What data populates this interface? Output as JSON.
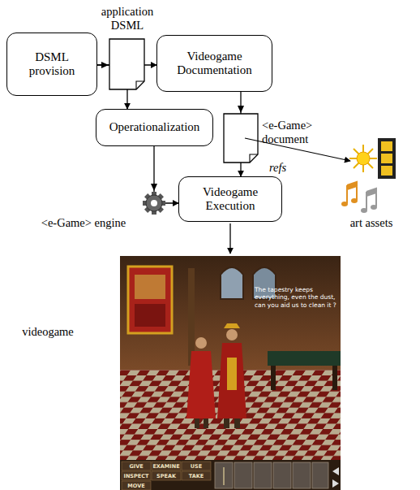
{
  "diagram": {
    "nodes": [
      {
        "text": [
          "DSML provision"
        ]
      },
      {
        "text": [
          "Videogame Documentation"
        ]
      },
      {
        "text": [
          "Operationalization"
        ]
      },
      {
        "text": [
          "Videogame Execution"
        ]
      }
    ],
    "edges": [
      {
        "from": 0,
        "to": 1,
        "arrow": "to"
      },
      {
        "from": 0,
        "to": 2,
        "arrow": "to"
      },
      {
        "from": 1,
        "to": 3,
        "arrow": "to"
      },
      {
        "from": 2,
        "to": 3,
        "arrow": "to"
      }
    ],
    "labels": [
      "application DSML",
      "<e-Game> document",
      "refs",
      "art assets",
      "<e-Game> engine",
      "videogame",
      "The tapestry keeps everything, even the dust, can you aid us to clean it ?",
      "GIVE",
      "EXAMINE",
      "USE",
      "INSPECT",
      "SPEAK",
      "TAKE",
      "MOVE"
    ]
  }
}
